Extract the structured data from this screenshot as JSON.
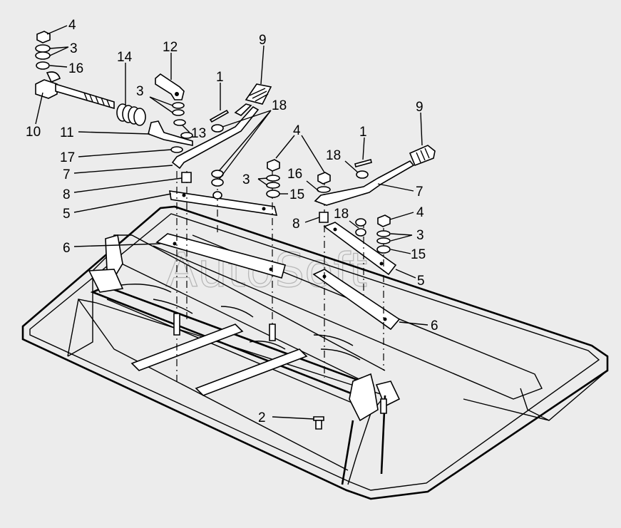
{
  "watermark": "AutoSoft",
  "callouts": [
    {
      "text": "4"
    },
    {
      "text": "3"
    },
    {
      "text": "16"
    },
    {
      "text": "10"
    },
    {
      "text": "14"
    },
    {
      "text": "12"
    },
    {
      "text": "3"
    },
    {
      "text": "13"
    },
    {
      "text": "11"
    },
    {
      "text": "17"
    },
    {
      "text": "7"
    },
    {
      "text": "8"
    },
    {
      "text": "5"
    },
    {
      "text": "6"
    },
    {
      "text": "1"
    },
    {
      "text": "9"
    },
    {
      "text": "18"
    },
    {
      "text": "4"
    },
    {
      "text": "3"
    },
    {
      "text": "16"
    },
    {
      "text": "15"
    },
    {
      "text": "18"
    },
    {
      "text": "1"
    },
    {
      "text": "9"
    },
    {
      "text": "7"
    },
    {
      "text": "8"
    },
    {
      "text": "18"
    },
    {
      "text": "4"
    },
    {
      "text": "3"
    },
    {
      "text": "15"
    },
    {
      "text": "5"
    },
    {
      "text": "6"
    },
    {
      "text": "2"
    }
  ]
}
